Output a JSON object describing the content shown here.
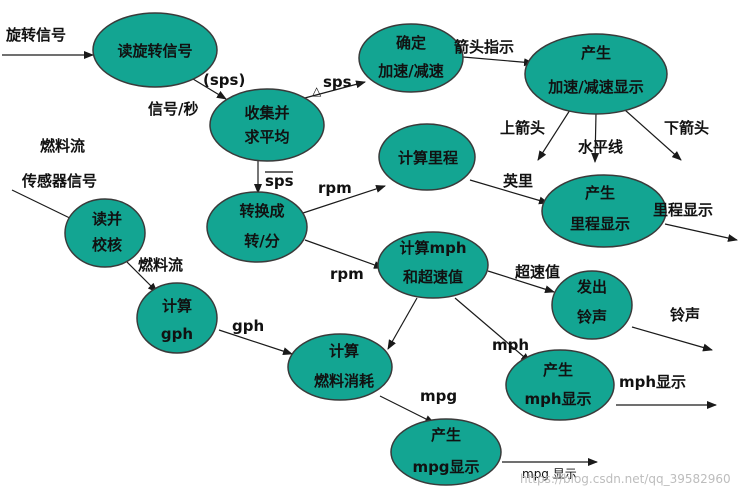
{
  "colors": {
    "node_fill": "#13a592",
    "node_stroke": "#3a3a3a",
    "edge": "#1a1a1a",
    "text": "#111111"
  },
  "nodes": {
    "read_rotation": [
      "读旋转信号"
    ],
    "collect_average": [
      "收集并",
      "求平均"
    ],
    "determine_accel": [
      "确定",
      "加速/减速"
    ],
    "produce_accel_display": [
      "产生",
      "加速/减速显示"
    ],
    "read_check": [
      "读并",
      "校核"
    ],
    "convert_rpm": [
      "转换成",
      "转/分"
    ],
    "compute_mileage": [
      "计算里程"
    ],
    "produce_mileage_display": [
      "产生",
      "里程显示"
    ],
    "compute_mph": [
      "计算mph",
      "和超速值"
    ],
    "ring": [
      "发出",
      "铃声"
    ],
    "compute_gph": [
      "计算",
      "gph"
    ],
    "compute_fuel": [
      "计算",
      "燃料消耗"
    ],
    "produce_mph_display": [
      "产生",
      "mph显示"
    ],
    "produce_mpg_display": [
      "产生",
      "mpg显示"
    ]
  },
  "labels": {
    "rotation_signal": "旋转信号",
    "sps_paren": "(sps)",
    "signal_per_sec": "信号/秒",
    "delta_sps": "sps",
    "arrow_indicator": "箭头指示",
    "up_arrow": "上箭头",
    "level": "水平线",
    "down_arrow": "下箭头",
    "fuel_flow_line1": "燃料流",
    "fuel_flow_line2": "传感器信号",
    "sps_bar": "sps",
    "rpm_top": "rpm",
    "rpm_bottom": "rpm",
    "miles": "英里",
    "mileage_display_out": "里程显示",
    "overspeed": "超速值",
    "bell": "铃声",
    "fuel_flow": "燃料流",
    "gph": "gph",
    "mph": "mph",
    "mph_display_out": "mph显示",
    "mpg": "mpg",
    "mpg_display_out": "mpg 显示",
    "watermark": "https://blog.csdn.net/qq_39582960"
  }
}
